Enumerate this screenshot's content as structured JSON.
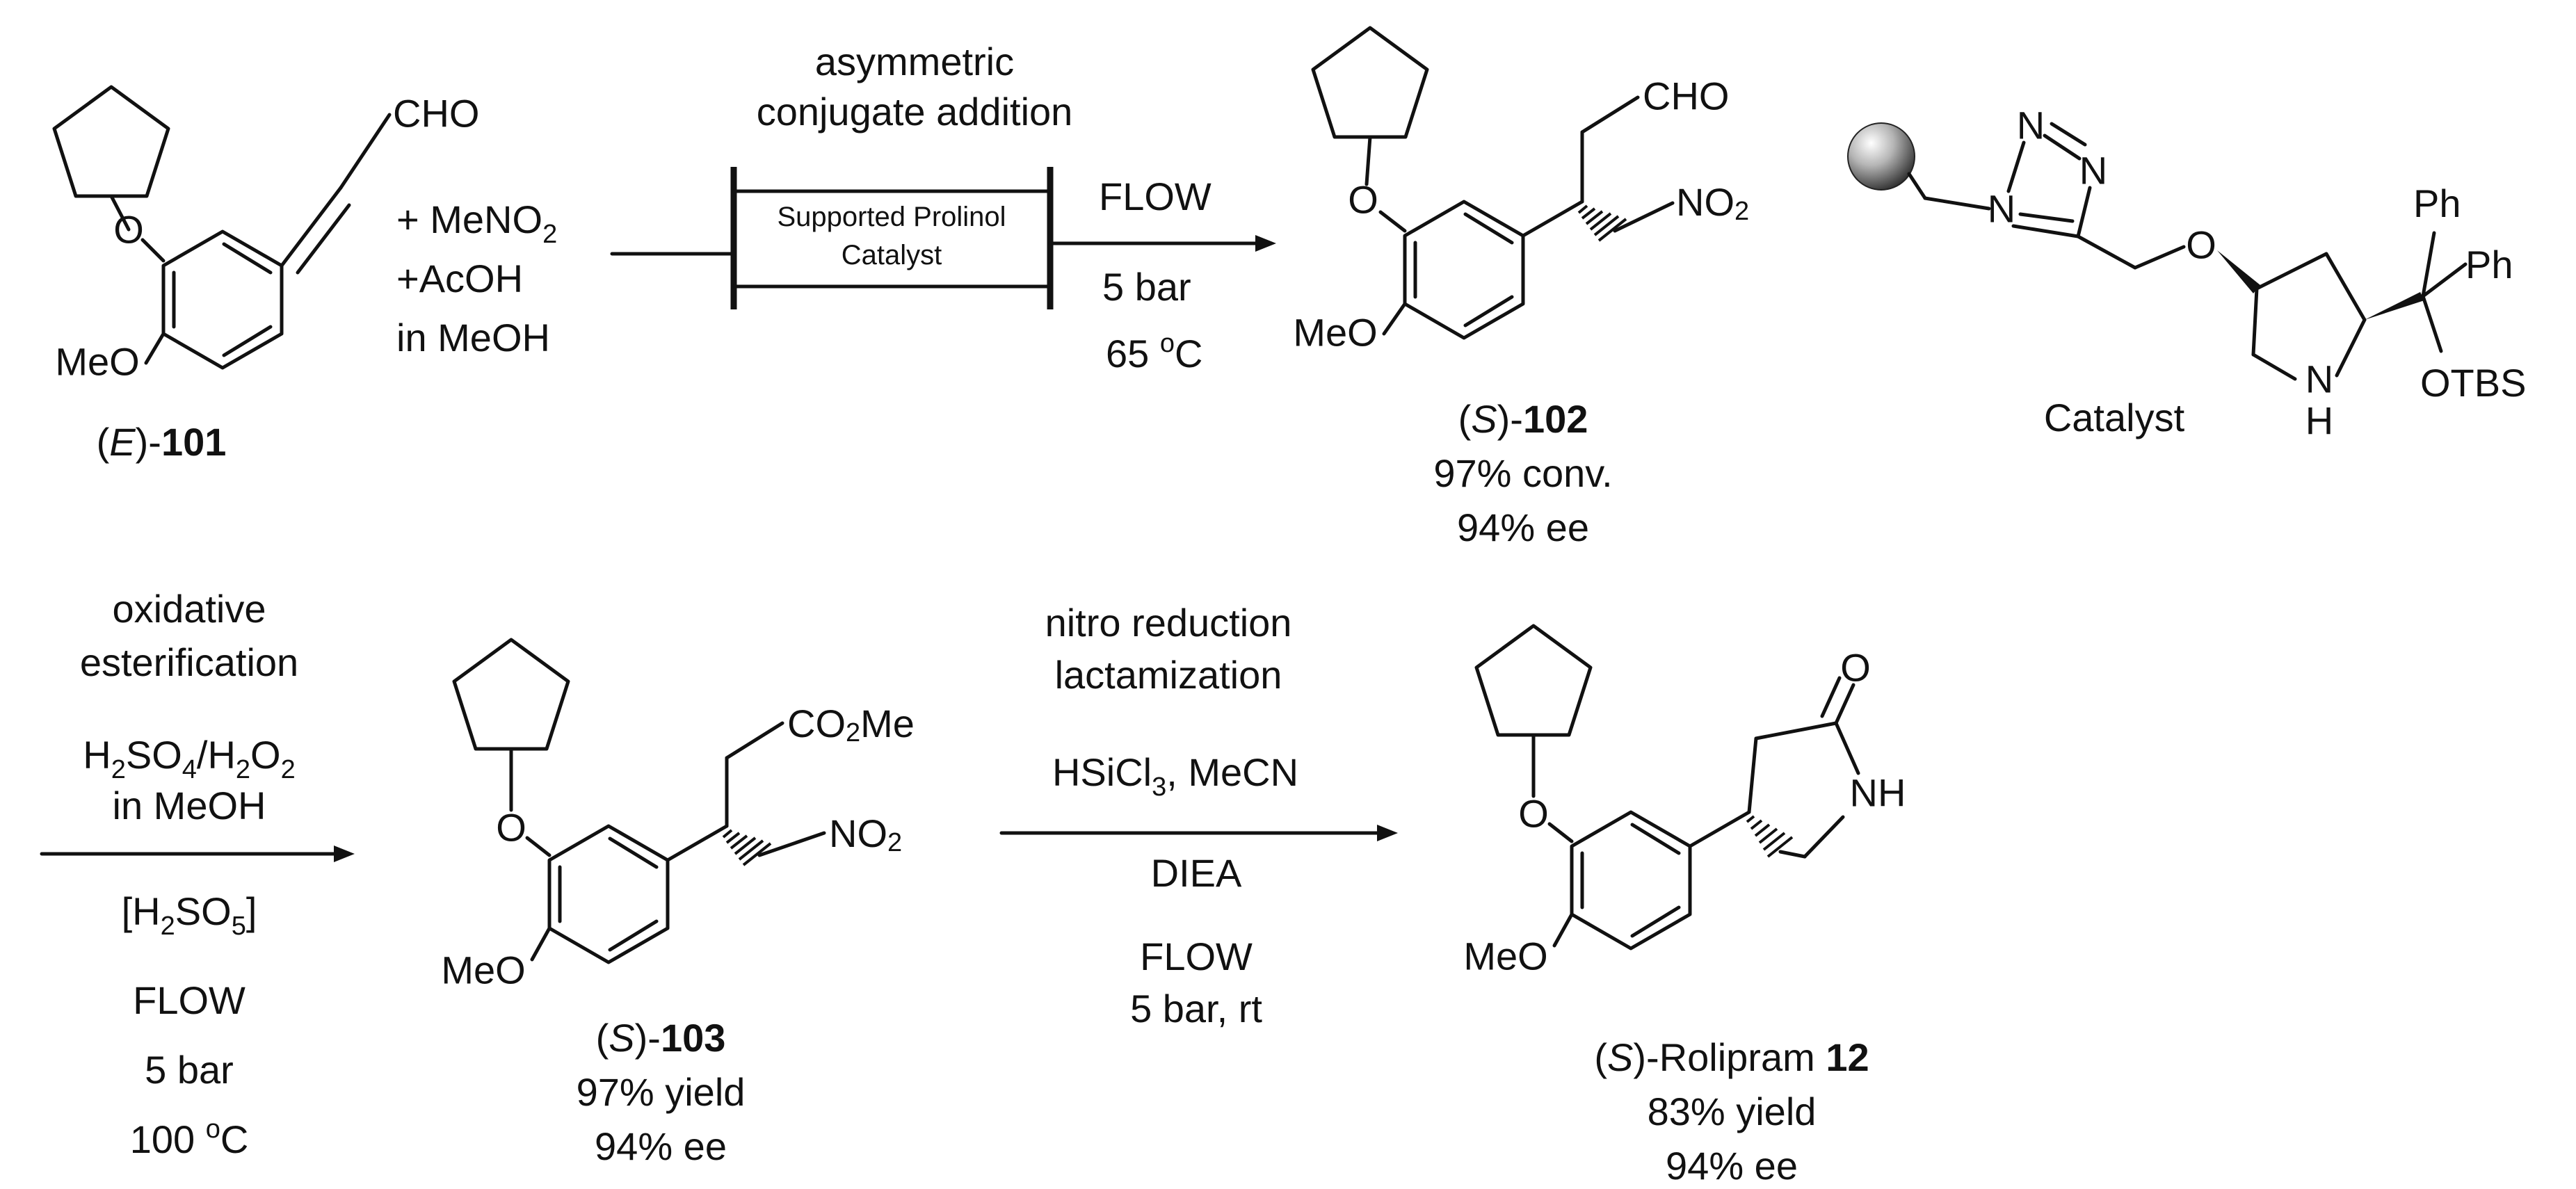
{
  "r1": {
    "reactant_ald": "CHO",
    "reactant_meo": "MeO",
    "reactant_o": "O",
    "label_pre": "(",
    "label_italic": "E",
    "label_post": ")-",
    "label_num": "101",
    "add1": "+ MeNO",
    "add1_sub": "2",
    "add2": "+AcOH",
    "add3": "in MeOH",
    "cond_top1": "asymmetric",
    "cond_top2": "conjugate addition",
    "column1": "Supported Prolinol",
    "column2": "Catalyst",
    "flow": "FLOW",
    "pressure": "5 bar",
    "temp": "65 ",
    "temp_unit": "C",
    "deg": "o"
  },
  "p102": {
    "ald": "CHO",
    "no2": "NO",
    "no2_sub": "2",
    "meo": "MeO",
    "o": "O",
    "label_pre": "(",
    "label_italic": "S",
    "label_post": ")-",
    "label_num": "102",
    "conv": "97% conv.",
    "ee": "94% ee"
  },
  "catalyst": {
    "n1": "N",
    "n2": "N",
    "n3": "N",
    "o": "O",
    "ph1": "Ph",
    "ph2": "Ph",
    "otbs": "OTBS",
    "nh_n": "N",
    "nh_h": "H",
    "label": "Catalyst"
  },
  "r2": {
    "cond1": "oxidative",
    "cond2": "esterification",
    "reag_a": "H",
    "reag_a_sub": "2",
    "reag_b": "SO",
    "reag_b_sub": "4",
    "reag_c": "/H",
    "reag_c_sub": "2",
    "reag_d": "O",
    "reag_d_sub": "2",
    "solvent": "in MeOH",
    "bracket_open": "[",
    "ox_a": "H",
    "ox_a_sub": "2",
    "ox_b": "SO",
    "ox_b_sub": "5",
    "bracket_close": "]",
    "flow": "FLOW",
    "pressure": "5 bar",
    "temp": "100 ",
    "temp_unit": "C",
    "deg": "o"
  },
  "p103": {
    "ester": "CO",
    "ester_sub": "2",
    "ester_post": "Me",
    "no2": "NO",
    "no2_sub": "2",
    "meo": "MeO",
    "o": "O",
    "label_pre": "(",
    "label_italic": "S",
    "label_post": ")-",
    "label_num": "103",
    "yield": "97% yield",
    "ee": "94% ee"
  },
  "r3": {
    "cond1": "nitro reduction",
    "cond2": "lactamization",
    "reag_a": "HSiCl",
    "reag_a_sub": "3",
    "reag_b": ", MeCN",
    "base": "DIEA",
    "flow": "FLOW",
    "pressure": "5 bar, rt"
  },
  "rolipram": {
    "carbonyl_o": "O",
    "nh": "NH",
    "meo": "MeO",
    "o": "O",
    "label_pre": "(",
    "label_italic": "S",
    "label_post": ")-Rolipram ",
    "label_num": "12",
    "yield": "83% yield",
    "ee": "94% ee"
  }
}
